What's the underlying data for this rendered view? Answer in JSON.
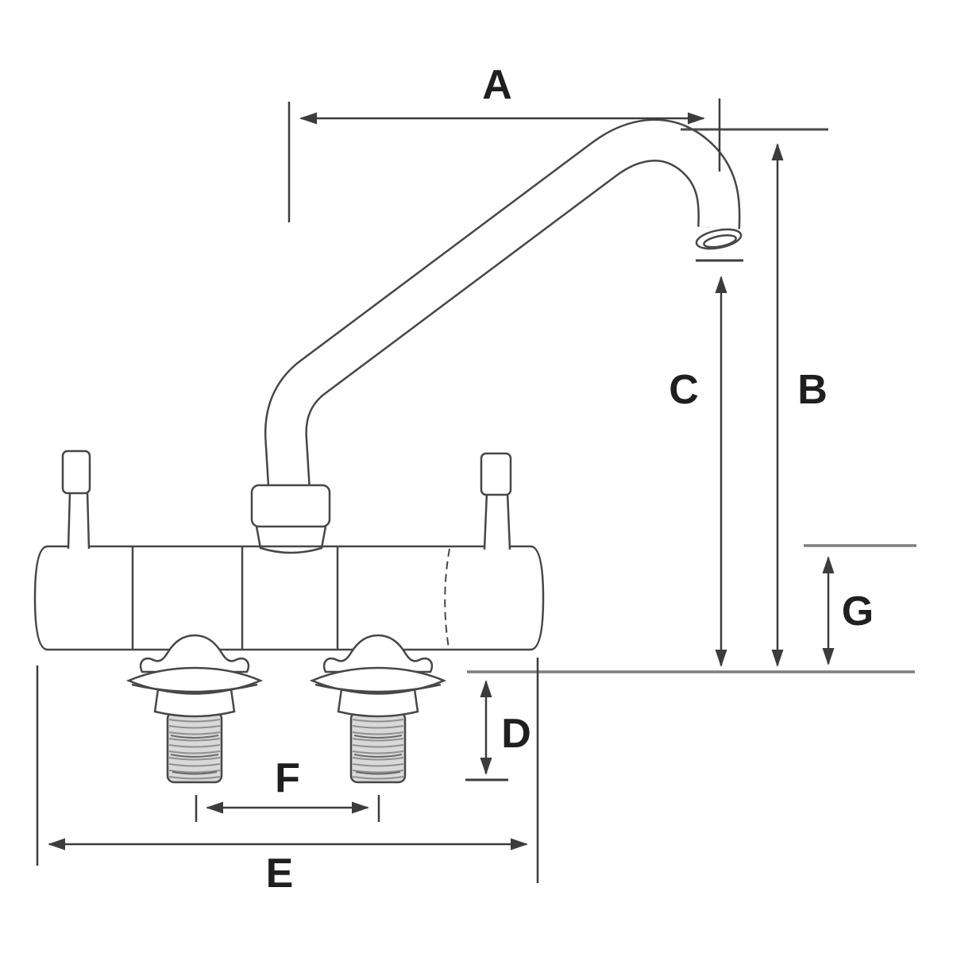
{
  "diagram": {
    "kind": "technical-dimension-drawing",
    "subject": "twin-lever faucet with swivel spout",
    "labels": {
      "a": "A",
      "b": "B",
      "c": "C",
      "d": "D",
      "e": "E",
      "f": "F",
      "g": "G"
    },
    "colors": {
      "outline": "#474747",
      "dimension_line": "#3c3c3c",
      "reference_line": "#7e7e7e",
      "label_text": "#1f1f1f",
      "stud_fill": "#d9d9d9",
      "thread_line": "#8f8f8f",
      "background": "#ffffff"
    }
  }
}
